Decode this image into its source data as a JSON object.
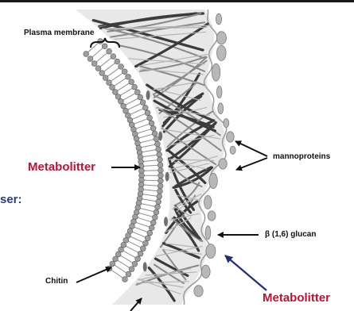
{
  "labels": {
    "plasma_membrane": "Plasma membrane",
    "mannoproteins": "mannoproteins",
    "metabolitter_left": "Metabolitter",
    "metabolitter_right": "Metabolitter",
    "glucan": "β (1,6) glucan",
    "chitin": "Chitin",
    "cut_text": "ser:"
  },
  "colors": {
    "metabolitter": "#c8102e",
    "cut_text": "#2b3a8c",
    "arrow_right": "#1f2f7a",
    "ink": "#111111"
  }
}
